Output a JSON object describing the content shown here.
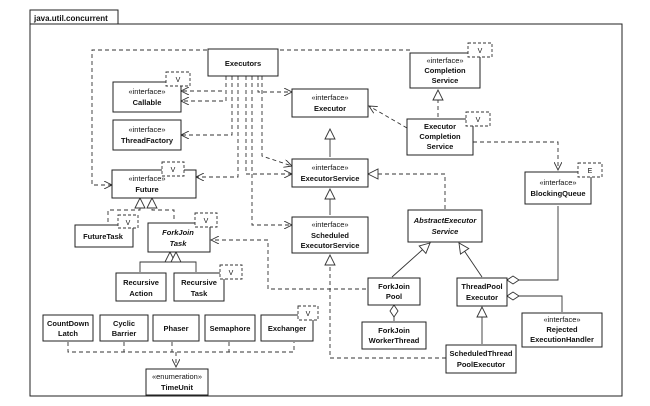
{
  "package_name": "java.util.concurrent",
  "boxes": {
    "executors": {
      "stereotype": "",
      "lines": [
        "Executors"
      ],
      "italic": false
    },
    "callable": {
      "stereotype": "«interface»",
      "lines": [
        "Callable"
      ],
      "italic": false,
      "type_param": "V"
    },
    "threadfactory": {
      "stereotype": "«interface»",
      "lines": [
        "ThreadFactory"
      ],
      "italic": false
    },
    "future": {
      "stereotype": "«interface»",
      "lines": [
        "Future"
      ],
      "italic": false,
      "type_param": "V"
    },
    "futuretask": {
      "stereotype": "",
      "lines": [
        "FutureTask"
      ],
      "italic": false,
      "type_param": "V"
    },
    "forkjointask": {
      "stereotype": "",
      "lines": [
        "ForkJoin",
        "Task"
      ],
      "italic": true,
      "type_param": "V"
    },
    "recursiveaction": {
      "stereotype": "",
      "lines": [
        "Recursive",
        "Action"
      ],
      "italic": false
    },
    "recursivetask": {
      "stereotype": "",
      "lines": [
        "Recursive",
        "Task"
      ],
      "italic": false,
      "type_param": "V"
    },
    "executor": {
      "stereotype": "«interface»",
      "lines": [
        "Executor"
      ],
      "italic": false
    },
    "executorservice": {
      "stereotype": "«interface»",
      "lines": [
        "ExecutorService"
      ],
      "italic": false
    },
    "scheduledexecutorservice": {
      "stereotype": "«interface»",
      "lines": [
        "Scheduled",
        "ExecutorService"
      ],
      "italic": false
    },
    "completionservice": {
      "stereotype": "«interface»",
      "lines": [
        "Completion",
        "Service"
      ],
      "italic": false,
      "type_param": "V"
    },
    "executorcompletionservice": {
      "stereotype": "",
      "lines": [
        "Executor",
        "Completion",
        "Service"
      ],
      "italic": false,
      "type_param": "V"
    },
    "blockingqueue": {
      "stereotype": "«interface»",
      "lines": [
        "BlockingQueue"
      ],
      "italic": false,
      "type_param": "E"
    },
    "abstractexecutorservice": {
      "stereotype": "",
      "lines": [
        "AbstractExecutor",
        "Service"
      ],
      "italic": true
    },
    "forkjoinpool": {
      "stereotype": "",
      "lines": [
        "ForkJoin",
        "Pool"
      ],
      "italic": false
    },
    "forkjoinworkerthread": {
      "stereotype": "",
      "lines": [
        "ForkJoin",
        "WorkerThread"
      ],
      "italic": false
    },
    "threadpoolexecutor": {
      "stereotype": "",
      "lines": [
        "ThreadPool",
        "Executor"
      ],
      "italic": false
    },
    "rejectedexecutionhandler": {
      "stereotype": "«interface»",
      "lines": [
        "Rejected",
        "ExecutionHandler"
      ],
      "italic": false
    },
    "scheduledthreadpoolexecutor": {
      "stereotype": "",
      "lines": [
        "ScheduledThread",
        "PoolExecutor"
      ],
      "italic": false
    },
    "countdownlatch": {
      "stereotype": "",
      "lines": [
        "CountDown",
        "Latch"
      ],
      "italic": false
    },
    "cyclicbarrier": {
      "stereotype": "",
      "lines": [
        "Cyclic",
        "Barrier"
      ],
      "italic": false
    },
    "phaser": {
      "stereotype": "",
      "lines": [
        "Phaser"
      ],
      "italic": false
    },
    "semaphore": {
      "stereotype": "",
      "lines": [
        "Semaphore"
      ],
      "italic": false
    },
    "exchanger": {
      "stereotype": "",
      "lines": [
        "Exchanger"
      ],
      "italic": false,
      "type_param": "V"
    },
    "timeunit": {
      "stereotype": "«enumeration»",
      "lines": [
        "TimeUnit"
      ],
      "italic": false
    }
  }
}
